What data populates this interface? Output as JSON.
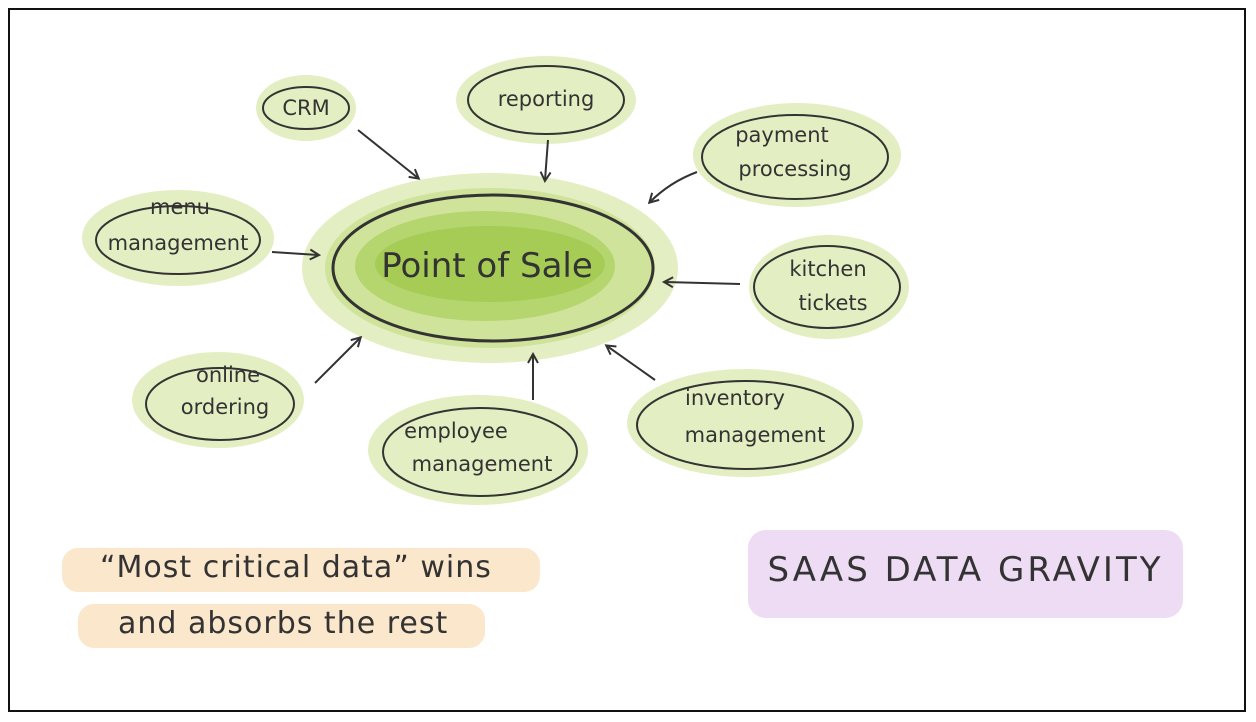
{
  "center": {
    "label": "Point of Sale"
  },
  "nodes": {
    "crm": {
      "label": "CRM"
    },
    "reporting": {
      "label": "reporting"
    },
    "payment": {
      "line1": "payment",
      "line2": "processing"
    },
    "menu": {
      "line1": "menu",
      "line2": "management"
    },
    "kitchen": {
      "line1": "kitchen",
      "line2": "tickets"
    },
    "online": {
      "line1": "online",
      "line2": "ordering"
    },
    "employee": {
      "line1": "employee",
      "line2": "management"
    },
    "inventory": {
      "line1": "inventory",
      "line2": "management"
    }
  },
  "caption": {
    "line1": "“Most critical data” wins",
    "line2": "and absorbs the rest"
  },
  "title": "SAAS DATA GRAVITY",
  "colors": {
    "node_fill": "#e3efc2",
    "center_fill": "#a9cf5a",
    "caption_bg": "#fbe7cb",
    "title_bg": "#eedcf5",
    "ink": "#333333"
  }
}
